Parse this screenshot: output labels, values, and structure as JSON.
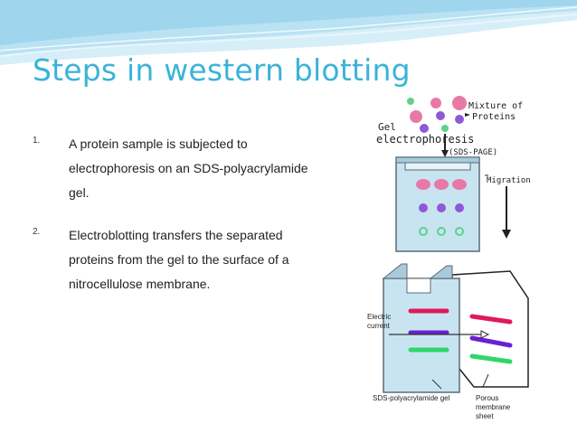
{
  "slide": {
    "title": "Steps in western blotting",
    "steps": [
      {
        "number": "1.",
        "text": "A protein sample is subjected to electrophoresis on an SDS-polyacrylamide gel."
      },
      {
        "number": "2.",
        "text": "Electroblotting transfers the separated proteins from the gel to the surface of a nitrocellulose membrane."
      }
    ]
  },
  "figure": {
    "labels": {
      "mixture_line1": "Mixture of",
      "mixture_line2": "Proteins",
      "gel_line1": "Gel",
      "gel_line2": "electrophoresis",
      "gel_line3": "(SDS-PAGE)",
      "migration": "Migration",
      "electric_line1": "Electric",
      "electric_line2": "current",
      "sds_gel": "SDS-polyacrylamide gel",
      "porous_line1": "Porous",
      "porous_line2": "membrane",
      "porous_line3": "sheet"
    }
  },
  "colors": {
    "title": "#3bb3d8",
    "header_wave": "#a9dcef",
    "band_pink": "#e879a6",
    "band_purple": "#8e58d8",
    "band_green": "#5fd18a",
    "gel_fill": "#c9e4f1",
    "red_band": "#e0195a",
    "violet_band": "#6a1fd2",
    "green_band": "#2fd66a"
  }
}
